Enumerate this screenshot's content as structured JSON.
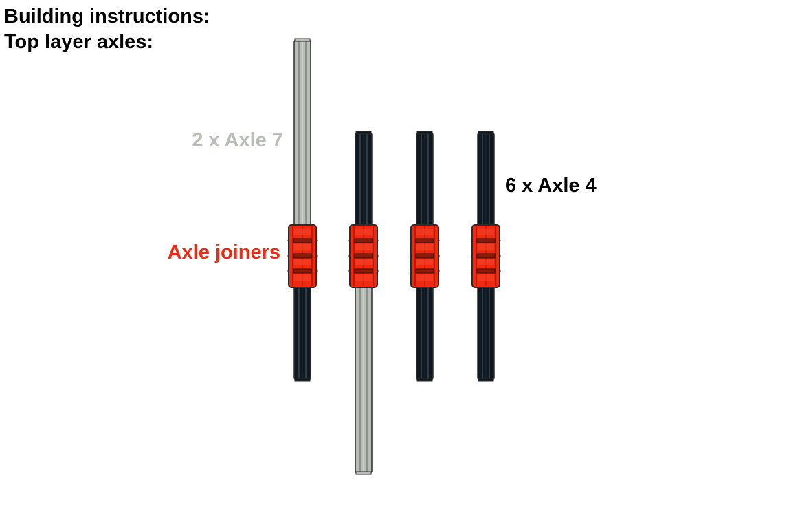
{
  "title": {
    "line1": "Building instructions:",
    "line2": "Top layer axles:"
  },
  "labels": {
    "axle7": "2 x Axle 7",
    "axle4": "6 x Axle 4",
    "joiners": "Axle joiners"
  },
  "colors": {
    "axle7_gray": "#b9bdb8",
    "axle4_black": "#101820",
    "joiner_red": "#ef2a12",
    "outline": "#2b2b2b"
  },
  "assemblies": [
    {
      "top": "gray",
      "bottom": "black"
    },
    {
      "top": "black",
      "bottom": "gray"
    },
    {
      "top": "black",
      "bottom": "black"
    },
    {
      "top": "black",
      "bottom": "black"
    }
  ]
}
